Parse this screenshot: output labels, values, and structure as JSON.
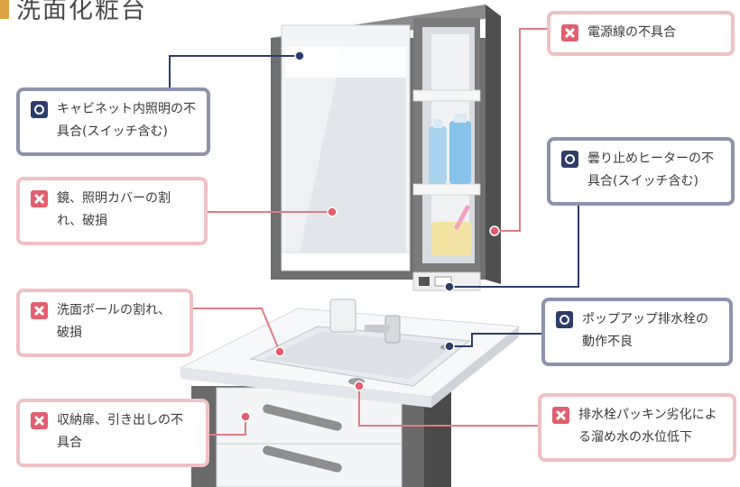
{
  "title": "洗面化粧台",
  "callouts": {
    "cabinet_light": {
      "status": "ok",
      "text": "キャビネット内照明の不具合(スイッチ含む)"
    },
    "mirror_cover": {
      "status": "ng",
      "text": "鏡、照明カバーの割れ、破損"
    },
    "bowl": {
      "status": "ng",
      "text": "洗面ボールの割れ、破損"
    },
    "storage_door": {
      "status": "ng",
      "text": "収納扉、引き出しの不具合"
    },
    "power_cord": {
      "status": "ng",
      "text": "電源線の不具合"
    },
    "defog_heater": {
      "status": "ok",
      "text": "曇り止めヒーターの不具合(スイッチ含む)"
    },
    "popup_drain": {
      "status": "ok",
      "text": "ポップアップ排水栓の動作不良"
    },
    "drain_packing": {
      "status": "ng",
      "text": "排水栓パッキン劣化による溜め水の水位低下"
    }
  },
  "colors": {
    "ok_frame": "#8e92ad",
    "ok_mark": "#2d3d6b",
    "ng_frame": "#efc1c4",
    "ng_mark": "#e15f6e",
    "title_bar": "#d9a441"
  }
}
